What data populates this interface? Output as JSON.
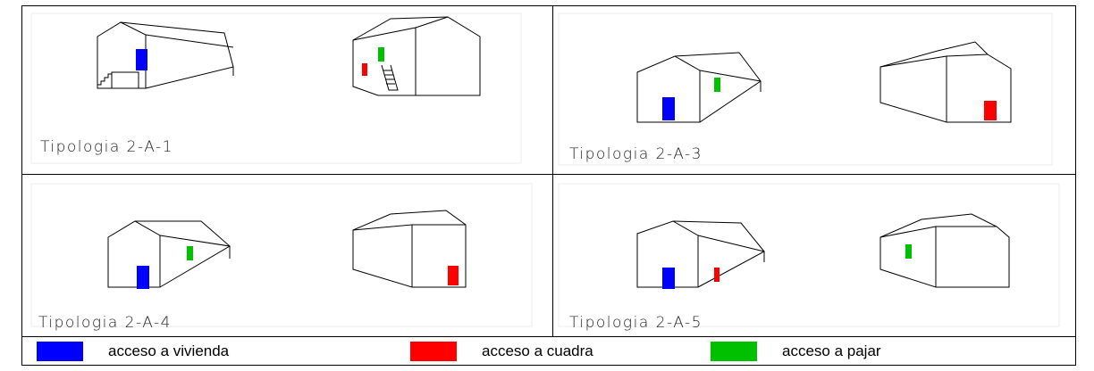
{
  "colors": {
    "vivienda": "#0000ff",
    "cuadra": "#ff0000",
    "pajar": "#00c000"
  },
  "panels": [
    {
      "caption": "Tipologia 2-A-1"
    },
    {
      "caption": "Tipologia 2-A-3"
    },
    {
      "caption": "Tipologia 2-A-4"
    },
    {
      "caption": "Tipologia 2-A-5"
    }
  ],
  "legend": [
    {
      "label": "acceso a vivienda",
      "color": "#0000ff"
    },
    {
      "label": "acceso a cuadra",
      "color": "#ff0000"
    },
    {
      "label": "acceso a pajar",
      "color": "#00c000"
    }
  ]
}
